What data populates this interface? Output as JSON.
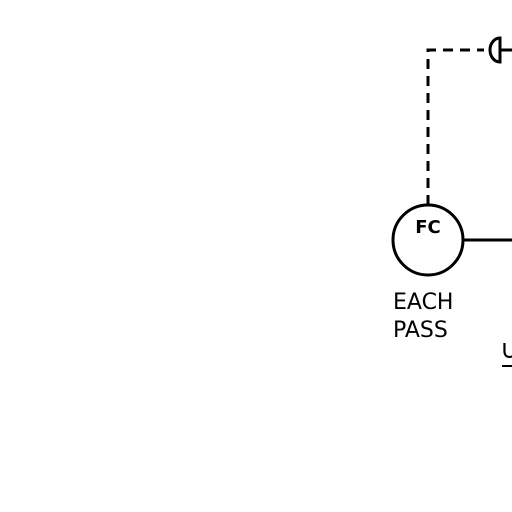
{
  "diagram": {
    "instrument": {
      "tag": "FC",
      "note_line1": "EACH",
      "note_line2": "PASS"
    },
    "partial_label": "∪"
  },
  "colors": {
    "line": "#000000",
    "background": "#ffffff"
  }
}
